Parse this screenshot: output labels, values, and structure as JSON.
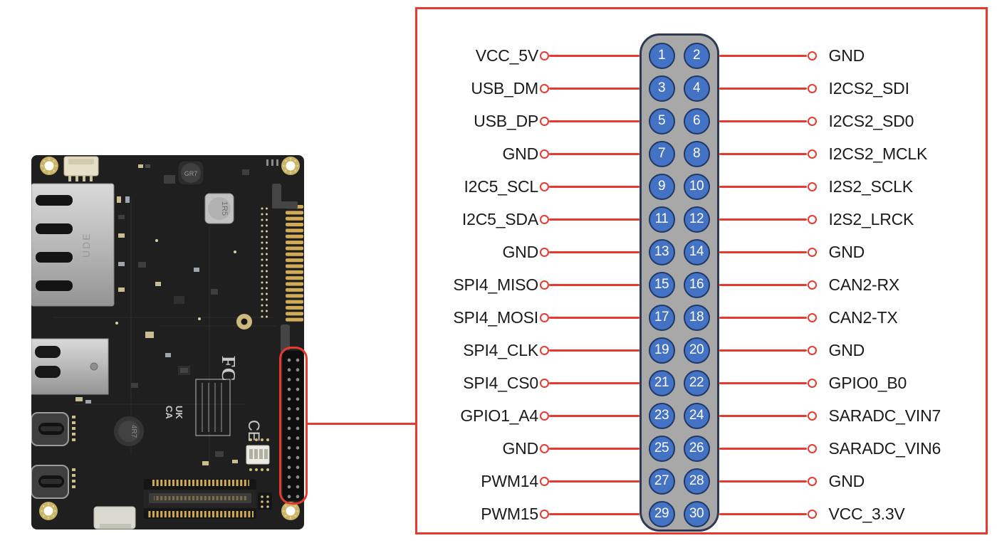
{
  "colors": {
    "accent_red": "#e7392d",
    "pin_fill": "#4472c4",
    "pin_stroke": "#1f3864",
    "header_fill": "#a8a8a8",
    "header_stroke": "#2f3a52",
    "label_text": "#1a1a1a"
  },
  "board_photo": {
    "ethernet_brand": "UDE",
    "inductor_markings": [
      "GR7",
      "1R5",
      "4R7"
    ],
    "cert_markings": [
      "FC",
      "UK",
      "CA",
      "CE"
    ]
  },
  "pinout": {
    "rows": [
      {
        "left": "VCC_5V",
        "lpin": "1",
        "rpin": "2",
        "right": "GND"
      },
      {
        "left": "USB_DM",
        "lpin": "3",
        "rpin": "4",
        "right": "I2CS2_SDI"
      },
      {
        "left": "USB_DP",
        "lpin": "5",
        "rpin": "6",
        "right": "I2CS2_SD0"
      },
      {
        "left": "GND",
        "lpin": "7",
        "rpin": "8",
        "right": "I2CS2_MCLK"
      },
      {
        "left": "I2C5_SCL",
        "lpin": "9",
        "rpin": "10",
        "right": "I2S2_SCLK"
      },
      {
        "left": "I2C5_SDA",
        "lpin": "11",
        "rpin": "12",
        "right": "I2S2_LRCK"
      },
      {
        "left": "GND",
        "lpin": "13",
        "rpin": "14",
        "right": "GND"
      },
      {
        "left": "SPI4_MISO",
        "lpin": "15",
        "rpin": "16",
        "right": "CAN2-RX"
      },
      {
        "left": "SPI4_MOSI",
        "lpin": "17",
        "rpin": "18",
        "right": "CAN2-TX"
      },
      {
        "left": "SPI4_CLK",
        "lpin": "19",
        "rpin": "20",
        "right": "GND"
      },
      {
        "left": "SPI4_CS0",
        "lpin": "21",
        "rpin": "22",
        "right": "GPIO0_B0"
      },
      {
        "left": "GPIO1_A4",
        "lpin": "23",
        "rpin": "24",
        "right": "SARADC_VIN7"
      },
      {
        "left": "GND",
        "lpin": "25",
        "rpin": "26",
        "right": "SARADC_VIN6"
      },
      {
        "left": "PWM14",
        "lpin": "27",
        "rpin": "28",
        "right": "GND"
      },
      {
        "left": "PWM15",
        "lpin": "29",
        "rpin": "30",
        "right": "VCC_3.3V"
      }
    ]
  }
}
